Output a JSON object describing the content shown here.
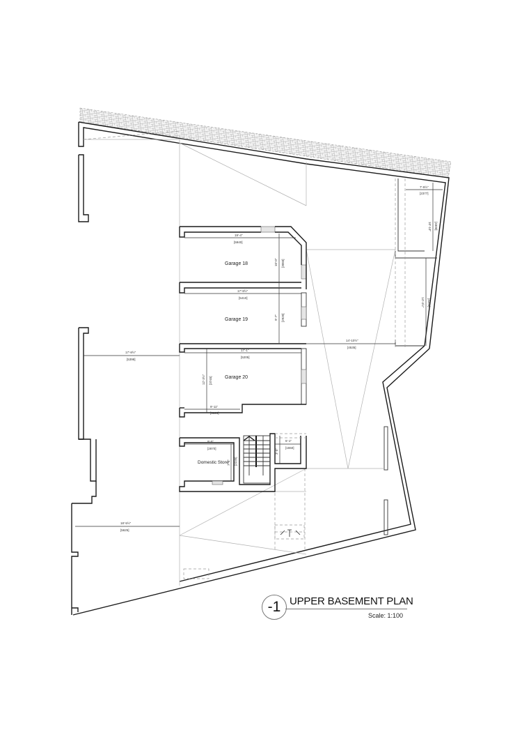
{
  "drawing": {
    "number": "-1",
    "title": "UPPER BASEMENT PLAN",
    "scale": "Scale: 1:100"
  },
  "rooms": [
    {
      "id": "garage-18",
      "label": "Garage 18"
    },
    {
      "id": "garage-19",
      "label": "Garage 19"
    },
    {
      "id": "garage-20",
      "label": "Garage 20"
    },
    {
      "id": "domestic-store",
      "label": "Domestic Store"
    }
  ],
  "dimensions": {
    "garage18_width": {
      "imperial": "19'-4\"",
      "metric": "[5940]"
    },
    "garage18_depth": {
      "imperial": "10'-0\"",
      "metric": "[3050]"
    },
    "garage19_width": {
      "imperial": "17'-8½\"",
      "metric": "[5410]"
    },
    "garage19_depth": {
      "imperial": "9'-7\"",
      "metric": "[2920]"
    },
    "garage20_width": {
      "imperial": "17'-1\"",
      "metric": "[5205]"
    },
    "garage20_depth": {
      "imperial": "12'-3½\"",
      "metric": "[3745]"
    },
    "garage20_lower": {
      "imperial": "9'-11\"",
      "metric": "[3025]"
    },
    "store_width": {
      "imperial": "9'-5\"",
      "metric": "[2870]"
    },
    "store_depth": {
      "imperial": "7'-4\"",
      "metric": "[2235]"
    },
    "lift_width": {
      "imperial": "5'-1\"",
      "metric": "[1550]"
    },
    "lift_depth": {
      "imperial": "3'-5\"",
      "metric": "[1040]"
    },
    "left_upper_span": {
      "imperial": "17'-8½\"",
      "metric": "[5398]"
    },
    "left_lower_span": {
      "imperial": "18'-5½\"",
      "metric": "[5625]"
    },
    "ramp_span": {
      "imperial": "14'-10½\"",
      "metric": "[4535]"
    },
    "right_top_width": {
      "imperial": "7'-9½\"",
      "metric": "[2377]"
    },
    "right_top_depth": {
      "imperial": "10'-10\"",
      "metric": "[3300]"
    },
    "right_mid_depth": {
      "imperial": "14'-4½\"",
      "metric": "[4380]"
    }
  }
}
